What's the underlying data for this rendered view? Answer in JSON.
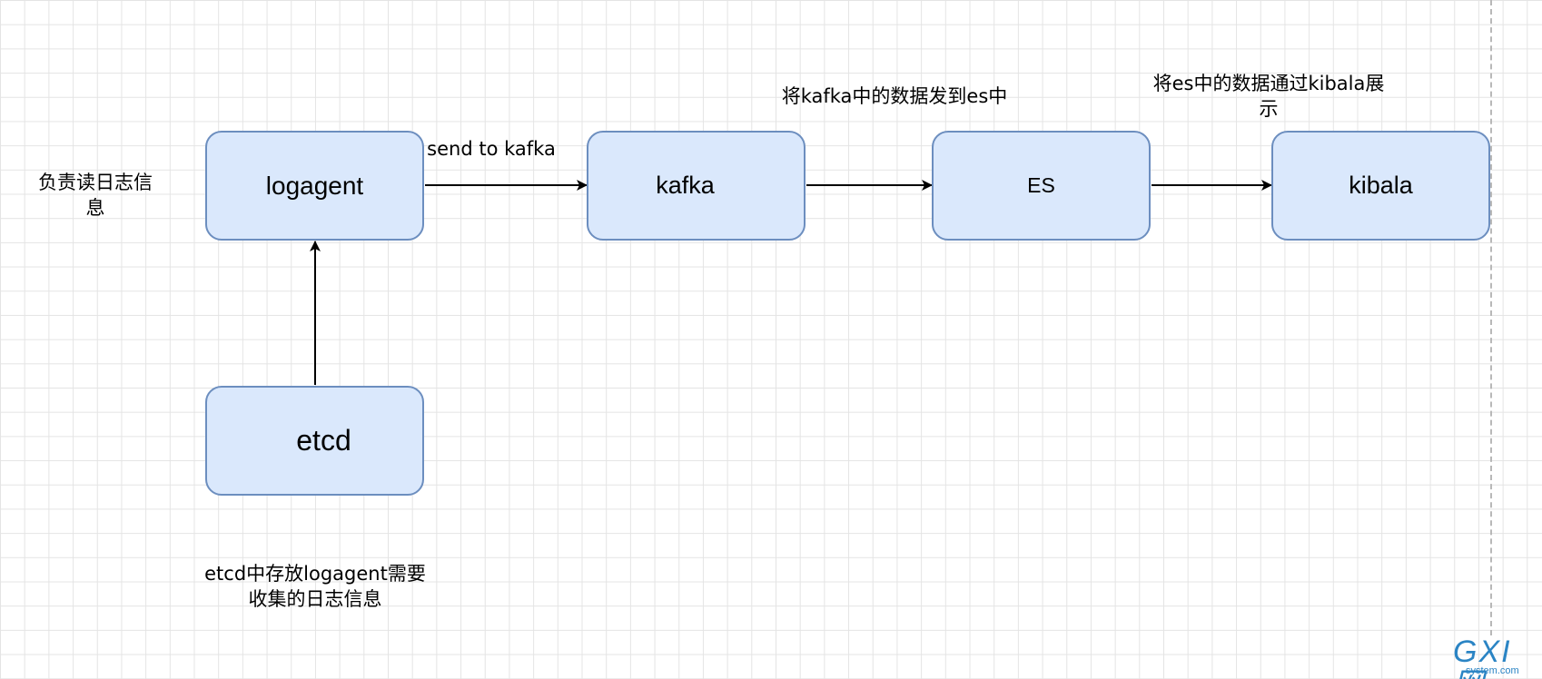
{
  "nodes": {
    "logagent": {
      "label": "logagent"
    },
    "kafka": {
      "label": "kafka"
    },
    "es": {
      "label": "ES"
    },
    "kibala": {
      "label": "kibala"
    },
    "etcd": {
      "label": "etcd"
    }
  },
  "annotations": {
    "logagent_role_line1": "负责读日志信",
    "logagent_role_line2": "息",
    "send_to_kafka": "send to kafka",
    "kafka_to_es": "将kafka中的数据发到es中",
    "es_to_kibala_line1": "将es中的数据通过kibala展",
    "es_to_kibala_line2": "示",
    "etcd_role_line1": "etcd中存放logagent需要",
    "etcd_role_line2": "收集的日志信息"
  },
  "watermark": {
    "main": "GXI网",
    "sub": "system.com"
  },
  "colors": {
    "node_fill": "#dae8fc",
    "node_stroke": "#6c8ebf",
    "edge": "#000000",
    "grid": "#e4e4e4",
    "watermark": "#2a84c4"
  }
}
